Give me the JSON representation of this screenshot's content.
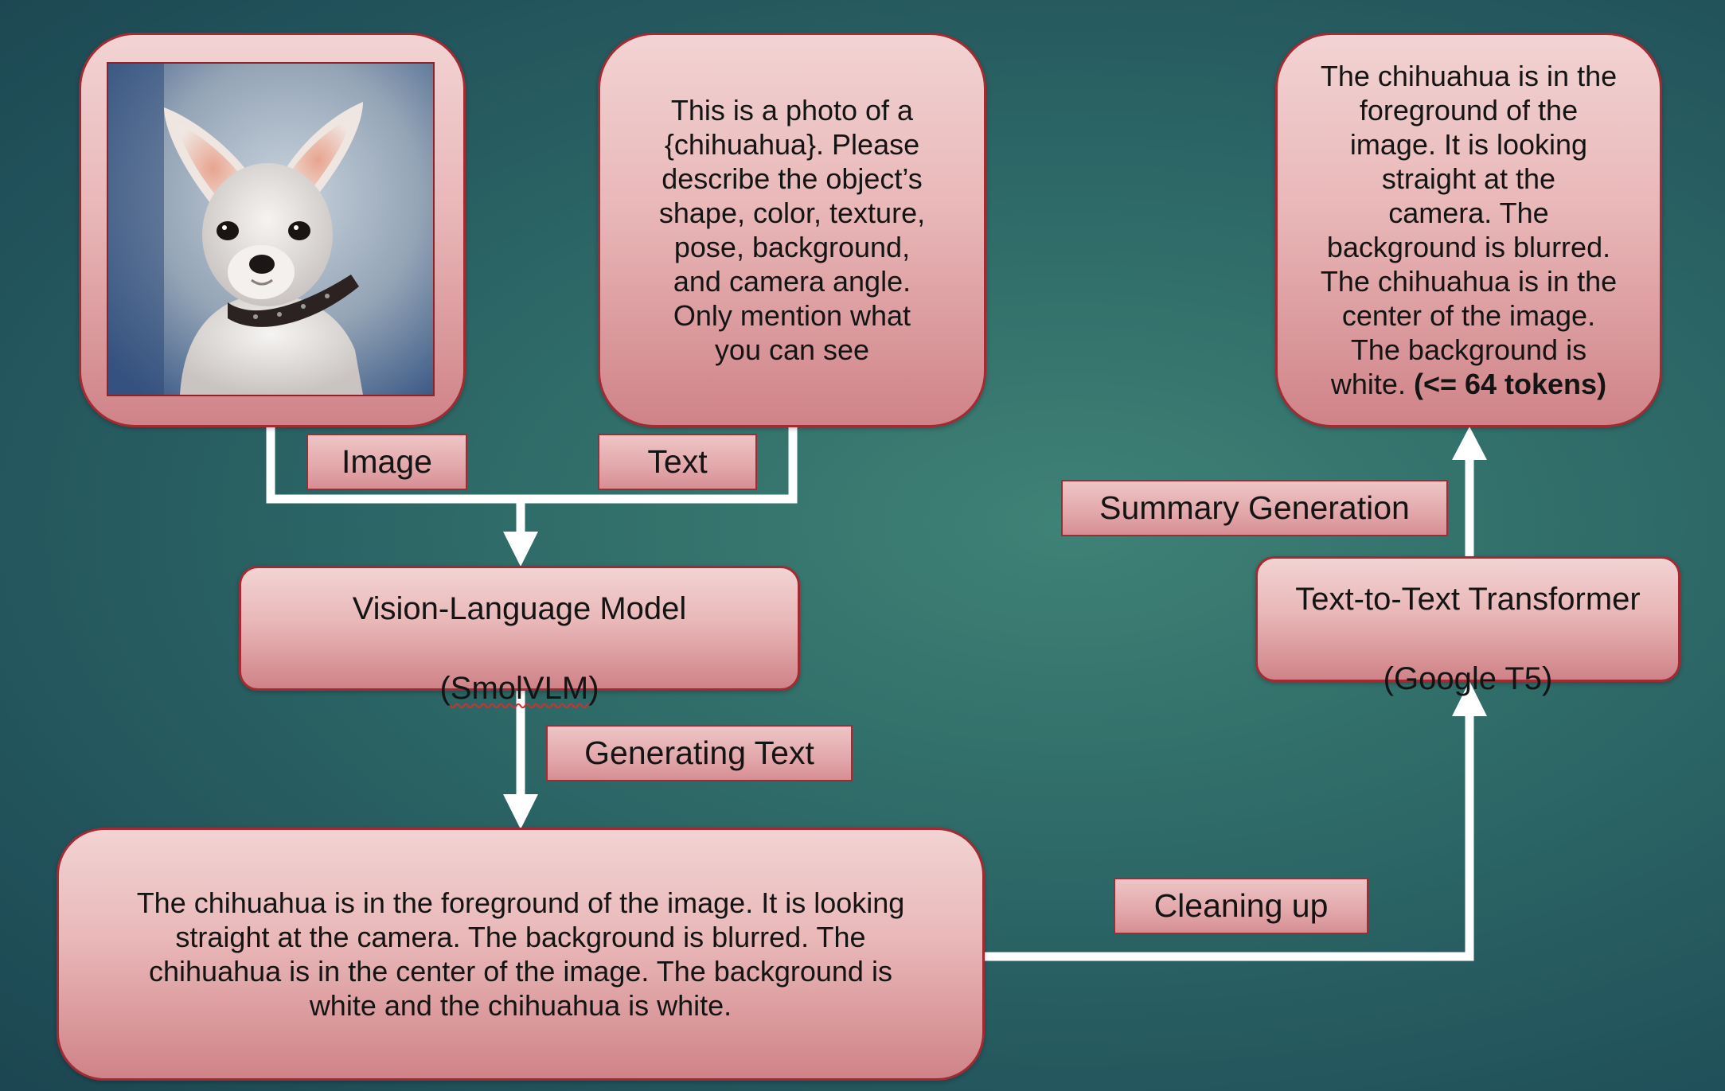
{
  "nodes": {
    "image_input": {
      "subject": "photo of a white chihuahua with a dark collar, blurred blue-grey background"
    },
    "text_prompt": {
      "text": "This is a photo of a\n{chihuahua}. Please\ndescribe the object’s\nshape, color, texture,\npose, background,\nand camera angle.\nOnly mention what\nyou can see"
    },
    "vlm": {
      "line1": "Vision-Language Model",
      "paren_open": "(",
      "name": "SmolVLM",
      "paren_close": ")"
    },
    "generated_text": {
      "text": "The chihuahua is in the foreground of the image. It is looking\nstraight at the camera. The background is blurred. The\nchihuahua is in the center of the image. The background is\nwhite and the chihuahua is white."
    },
    "t5": {
      "line1": "Text-to-Text Transformer",
      "line2": "(Google T5)"
    },
    "summary": {
      "text": "The chihuahua is in the\nforeground of the\nimage. It is looking\nstraight at the\ncamera. The\nbackground is blurred.\nThe chihuahua is in the\ncenter of the image.\nThe background is\nwhite. ",
      "emphasis": "(<= 64 tokens)"
    }
  },
  "labels": {
    "image": "Image",
    "text": "Text",
    "generating_text": "Generating Text",
    "cleaning_up": "Cleaning up",
    "summary_generation": "Summary Generation"
  },
  "colors": {
    "node_fill_top": "#f2d3d3",
    "node_fill_bottom": "#cf8388",
    "node_border": "#a32a33",
    "connector": "#ffffff",
    "background": "#2f6b68"
  }
}
